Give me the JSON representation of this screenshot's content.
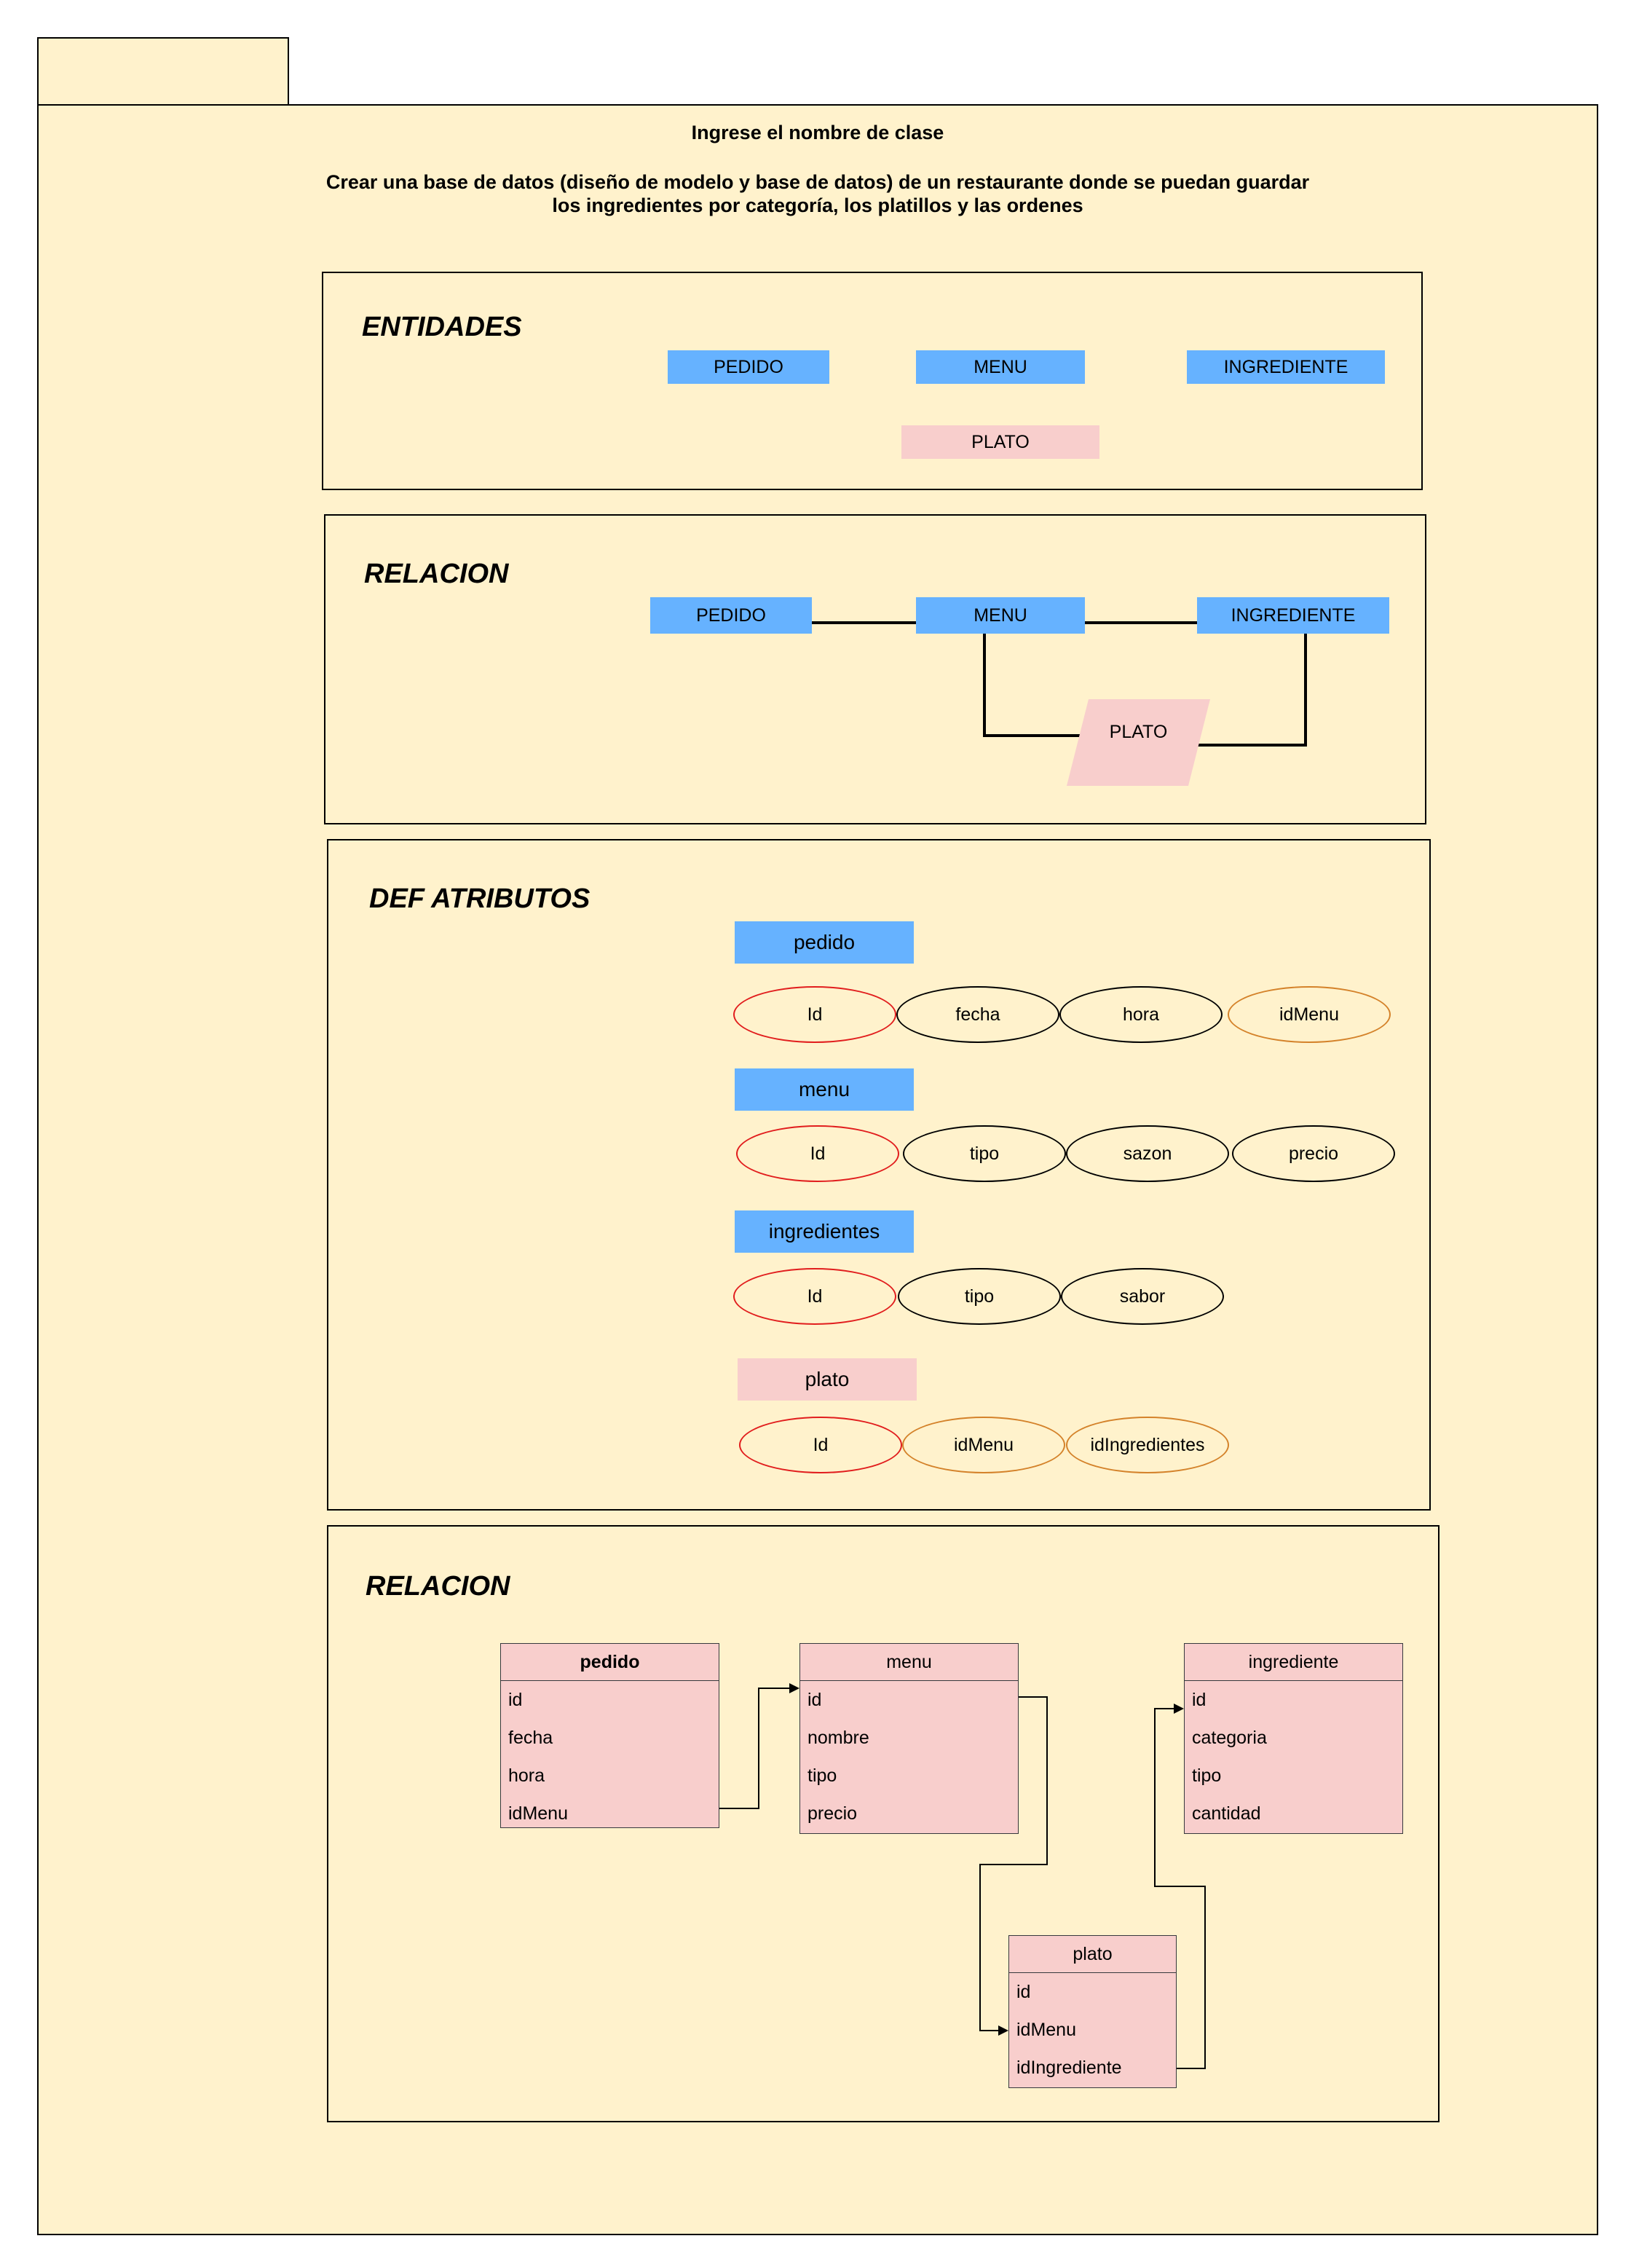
{
  "header": {
    "title": "Ingrese el nombre de clase",
    "description_line1": "Crear una base de datos (diseño de modelo y base de datos) de un restaurante donde se puedan guardar",
    "description_line2": "los ingredientes por categoría, los platillos y las ordenes"
  },
  "entidades": {
    "heading": "ENTIDADES",
    "items": [
      "PEDIDO",
      "MENU",
      "INGREDIENTE",
      "PLATO"
    ]
  },
  "relacion1": {
    "heading": "RELACION",
    "items": [
      "PEDIDO",
      "MENU",
      "INGREDIENTE",
      "PLATO"
    ]
  },
  "atributos": {
    "heading": "DEF ATRIBUTOS",
    "groups": [
      {
        "name": "pedido",
        "attrs": [
          "Id",
          "fecha",
          "hora",
          "idMenu"
        ]
      },
      {
        "name": "menu",
        "attrs": [
          "Id",
          "tipo",
          "sazon",
          "precio"
        ]
      },
      {
        "name": "ingredientes",
        "attrs": [
          "Id",
          "tipo",
          "sabor"
        ]
      },
      {
        "name": "plato",
        "attrs": [
          "Id",
          "idMenu",
          "idIngredientes"
        ]
      }
    ]
  },
  "relacion2": {
    "heading": "RELACION",
    "tables": [
      {
        "name": "pedido",
        "fields": [
          "id",
          "fecha",
          "hora",
          "idMenu"
        ]
      },
      {
        "name": "menu",
        "fields": [
          "id",
          "nombre",
          "tipo",
          "precio"
        ]
      },
      {
        "name": "ingrediente",
        "fields": [
          "id",
          "categoria",
          "tipo",
          "cantidad"
        ]
      },
      {
        "name": "plato",
        "fields": [
          "id",
          "idMenu",
          "idIngrediente"
        ]
      }
    ]
  },
  "colors": {
    "background": "#fff2cc",
    "entity_blue": "#66b2ff",
    "entity_pink": "#f8cecc",
    "primary_key_outline": "#e11d1d",
    "foreign_key_outline": "#d4822a"
  }
}
